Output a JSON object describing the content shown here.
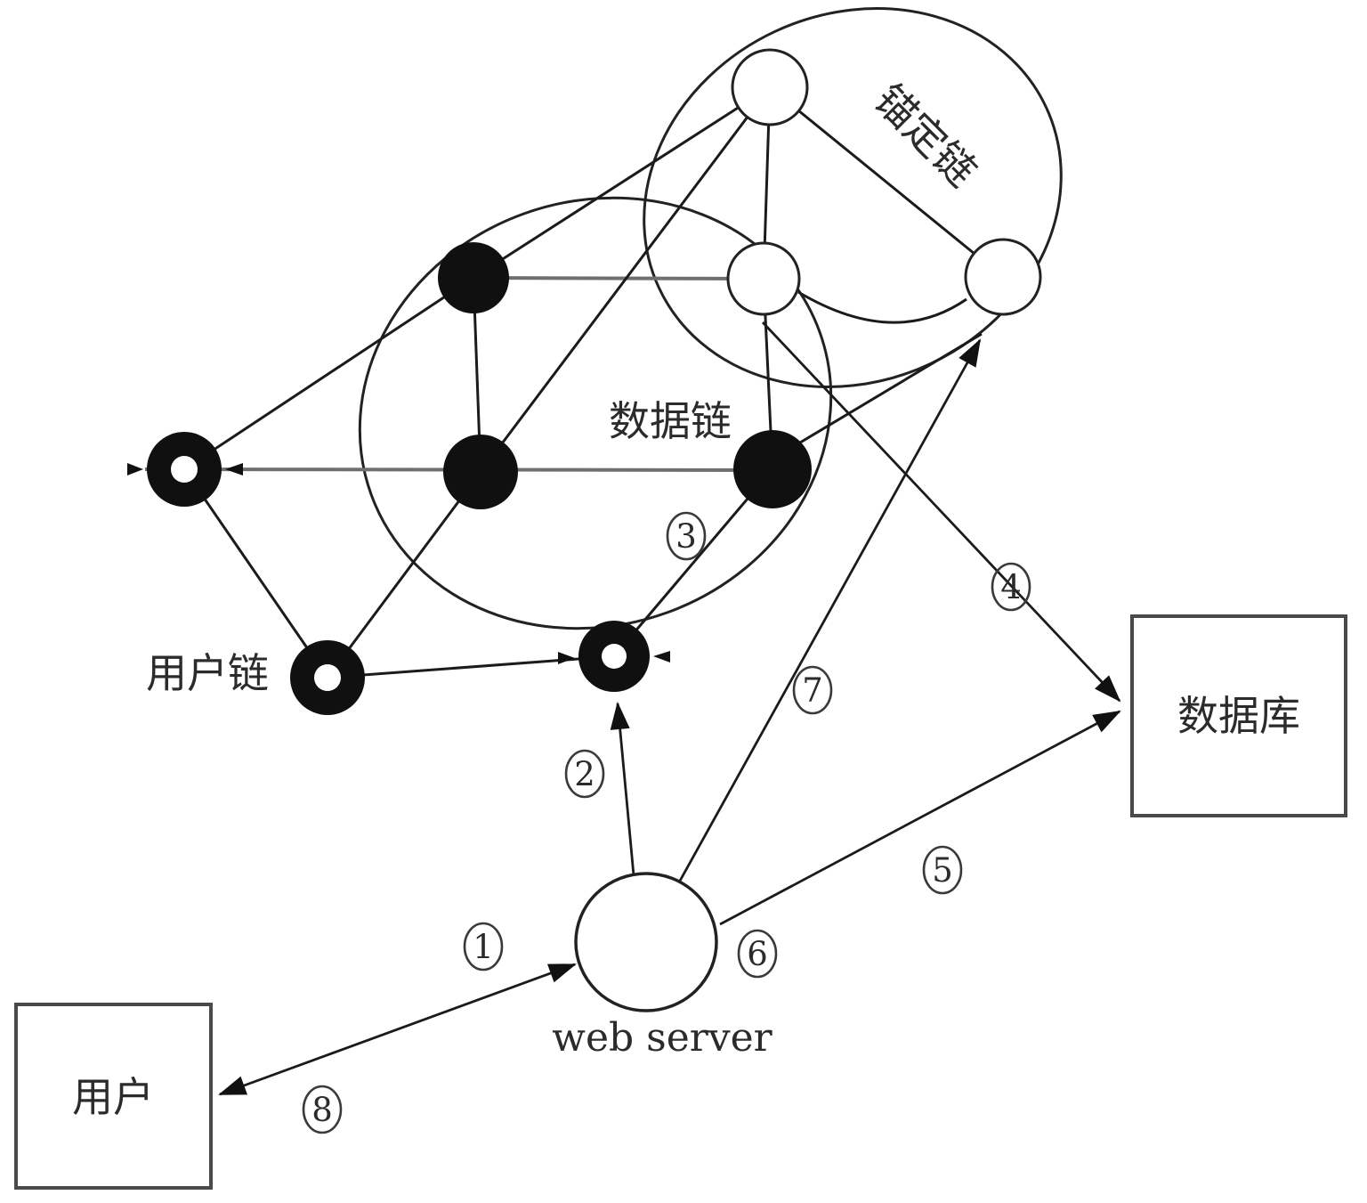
{
  "figure": {
    "chains": {
      "anchor": "锚定链",
      "data": "数据链",
      "user": "用户链"
    },
    "nodes": {
      "web_server": "web server",
      "database": "数据库",
      "user": "用户"
    },
    "steps": [
      "1",
      "2",
      "3",
      "4",
      "5",
      "6",
      "7",
      "8"
    ]
  }
}
